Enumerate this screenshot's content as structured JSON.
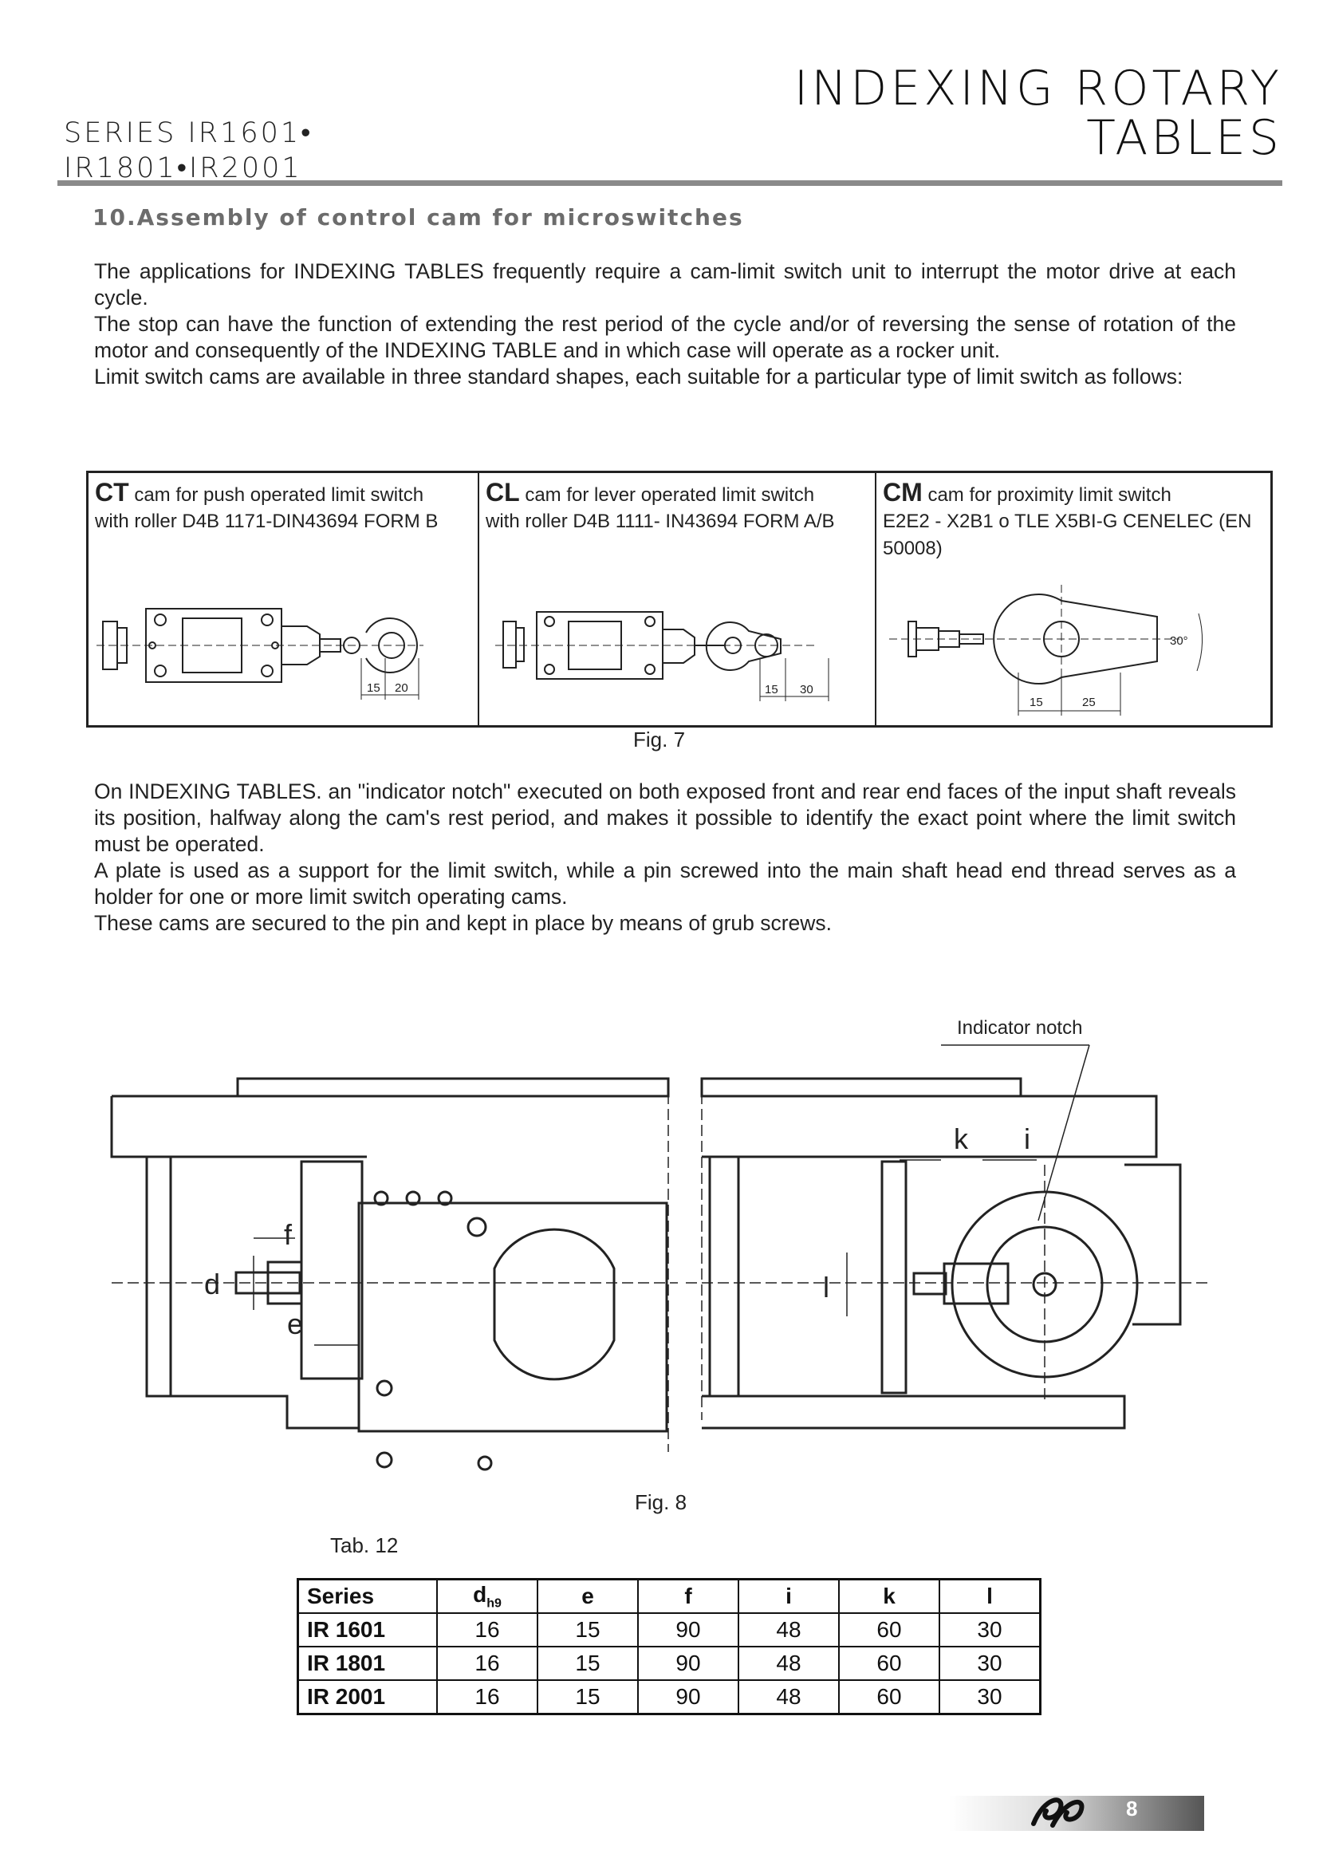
{
  "header": {
    "series_line1": "SERIES IR1601•",
    "series_line2": "IR1801•IR2001",
    "title_line1": "INDEXING ROTARY",
    "title_line2": "TABLES"
  },
  "section_title": "10.Assembly of control cam for microswitches",
  "intro_paragraphs": [
    "The applications for INDEXING TABLES frequently require a cam-limit switch unit to interrupt the motor drive at each cycle.",
    "The stop can have the function of extending the rest period of the cycle and/or of reversing the sense of rotation of the motor and consequently of the INDEXING TABLE and in which case will operate as a rocker unit.",
    "Limit switch cams are available in three standard shapes, each suitable for a particular type of limit switch as follows:"
  ],
  "cams": [
    {
      "code": "CT",
      "desc": "cam for push operated limit switch",
      "detail": "with roller D4B 1171-DIN43694 FORM B",
      "dim_a": "15",
      "dim_b": "20"
    },
    {
      "code": "CL",
      "desc": "cam for lever operated limit switch",
      "detail": "with roller D4B 1111- IN43694 FORM A/B",
      "dim_a": "15",
      "dim_b": "30"
    },
    {
      "code": "CM",
      "desc": "cam for proximity limit switch",
      "detail": "E2E2 - X2B1 o  TLE X5BI-G    CENELEC (EN 50008)",
      "dim_a": "15",
      "dim_b": "25",
      "angle": "30°"
    }
  ],
  "fig7_caption": "Fig. 7",
  "body_paragraphs": [
    "On INDEXING TABLES. an \"indicator notch\" executed on both exposed front and rear end faces of the input shaft reveals its position, halfway along the cam's rest period, and makes it possible to identify the exact point where the limit switch must be operated.",
    "A plate is used as a support for the limit switch, while a pin screwed into the main shaft head end thread serves as a holder for one or more limit switch operating cams.",
    "These cams are secured to the pin and kept in place by means of grub screws."
  ],
  "fig8": {
    "indicator_label": "Indicator notch",
    "dim_f": "f",
    "dim_d": "d",
    "dim_e": "e",
    "dim_k": "k",
    "dim_i": "i",
    "dim_l": "l",
    "caption": "Fig. 8"
  },
  "table": {
    "caption": "Tab. 12",
    "headers": [
      "Series",
      "d",
      "e",
      "f",
      "i",
      "k",
      "l"
    ],
    "header_sub": "h9",
    "rows": [
      [
        "IR 1601",
        "16",
        "15",
        "90",
        "48",
        "60",
        "30"
      ],
      [
        "IR 1801",
        "16",
        "15",
        "90",
        "48",
        "60",
        "30"
      ],
      [
        "IR 2001",
        "16",
        "15",
        "90",
        "48",
        "60",
        "30"
      ]
    ]
  },
  "page_number": "8"
}
